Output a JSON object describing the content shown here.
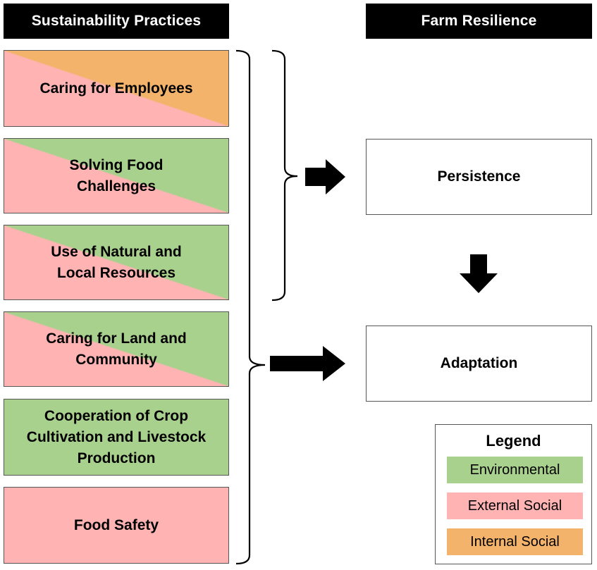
{
  "headers": {
    "left": "Sustainability Practices",
    "right": "Farm Resilience"
  },
  "practices": [
    {
      "label": "Caring for Employees",
      "categories": [
        "External Social",
        "Internal Social"
      ]
    },
    {
      "label": "Solving Food Challenges",
      "categories": [
        "Environmental",
        "External Social"
      ]
    },
    {
      "label": "Use of Natural and Local Resources",
      "categories": [
        "Environmental",
        "External Social"
      ]
    },
    {
      "label": "Caring for Land and Community",
      "categories": [
        "Environmental",
        "External Social"
      ]
    },
    {
      "label": "Cooperation of Crop Cultivation and Livestock Production",
      "categories": [
        "Environmental"
      ]
    },
    {
      "label": "Food Safety",
      "categories": [
        "External Social"
      ]
    }
  ],
  "outcomes": {
    "persistence": "Persistence",
    "adaptation": "Adaptation"
  },
  "legend": {
    "title": "Legend",
    "items": [
      {
        "label": "Environmental",
        "color": "#a9d18e"
      },
      {
        "label": "External Social",
        "color": "#ffb3b3"
      },
      {
        "label": "Internal Social",
        "color": "#f4b36b"
      }
    ]
  },
  "colors": {
    "environmental": "#a9d18e",
    "external_social": "#ffb3b3",
    "internal_social": "#f4b36b"
  }
}
